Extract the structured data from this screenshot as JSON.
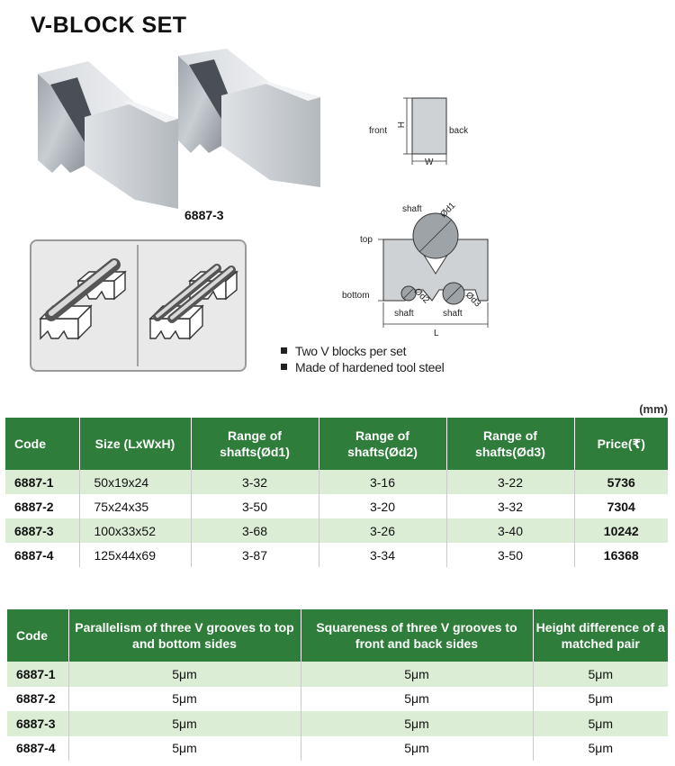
{
  "title": "V-BLOCK SET",
  "model_caption": "6887-3",
  "diagram": {
    "front": "front",
    "back": "back",
    "h": "H",
    "w": "W",
    "shaft_top": "shaft",
    "d1": "Ød1",
    "top": "top",
    "bottom": "bottom",
    "shaft_left": "shaft",
    "d2": "Ød2",
    "shaft_right": "shaft",
    "d3": "Ød3",
    "l": "L"
  },
  "features": [
    "Two V blocks per set",
    "Made of hardened tool steel"
  ],
  "unit": "(mm)",
  "table1": {
    "headers": [
      "Code",
      "Size (LxWxH)",
      "Range of shafts(Ød1)",
      "Range of shafts(Ød2)",
      "Range of shafts(Ød3)",
      "Price(₹)"
    ],
    "rows": [
      [
        "6887-1",
        "50x19x24",
        "3-32",
        "3-16",
        "3-22",
        "5736"
      ],
      [
        "6887-2",
        "75x24x35",
        "3-50",
        "3-20",
        "3-32",
        "7304"
      ],
      [
        "6887-3",
        "100x33x52",
        "3-68",
        "3-26",
        "3-40",
        "10242"
      ],
      [
        "6887-4",
        "125x44x69",
        "3-87",
        "3-34",
        "3-50",
        "16368"
      ]
    ]
  },
  "table2": {
    "headers": [
      "Code",
      "Parallelism of three V grooves to top and bottom sides",
      "Squareness of three V grooves to front and back sides",
      "Height difference of a matched pair"
    ],
    "rows": [
      [
        "6887-1",
        "5μm",
        "5μm",
        "5μm"
      ],
      [
        "6887-2",
        "5μm",
        "5μm",
        "5μm"
      ],
      [
        "6887-3",
        "5μm",
        "5μm",
        "5μm"
      ],
      [
        "6887-4",
        "5μm",
        "5μm",
        "5μm"
      ]
    ]
  },
  "colors": {
    "header_green": "#2f7d3b",
    "row_green": "#dbeed5",
    "steel": "#b9bec4"
  }
}
